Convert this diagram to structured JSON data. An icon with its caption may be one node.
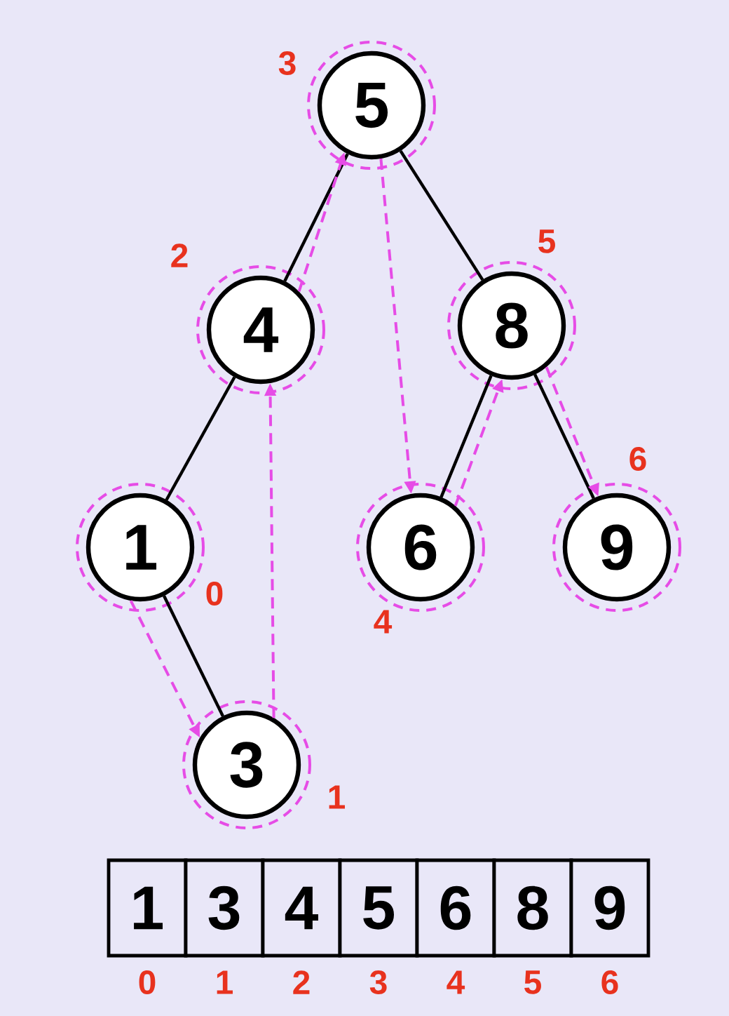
{
  "diagram": {
    "nodes": [
      {
        "text": [
          "5"
        ],
        "beside": [
          "3"
        ]
      },
      {
        "text": [
          "4"
        ],
        "beside": [
          "2"
        ]
      },
      {
        "text": [
          "8"
        ],
        "beside": [
          "5"
        ]
      },
      {
        "text": [
          "1"
        ],
        "beside": [
          "0"
        ]
      },
      {
        "text": [
          "6"
        ],
        "beside": [
          "4"
        ]
      },
      {
        "text": [
          "9"
        ],
        "beside": [
          "6"
        ]
      },
      {
        "text": [
          "3"
        ],
        "beside": [
          "1"
        ]
      },
      {
        "text": [
          "1"
        ],
        "beside": [
          "0"
        ]
      },
      {
        "text": [
          "3"
        ],
        "beside": [
          "1"
        ]
      },
      {
        "text": [
          "4"
        ],
        "beside": [
          "2"
        ]
      },
      {
        "text": [
          "5"
        ],
        "beside": [
          "3"
        ]
      },
      {
        "text": [
          "6"
        ],
        "beside": [
          "4"
        ]
      },
      {
        "text": [
          "8"
        ],
        "beside": [
          "5"
        ]
      },
      {
        "text": [
          "9"
        ],
        "beside": [
          "6"
        ]
      }
    ],
    "edges": [
      {
        "from": 0,
        "to": 1,
        "arrow": "none"
      },
      {
        "from": 0,
        "to": 2,
        "arrow": "none"
      },
      {
        "from": 1,
        "to": 3,
        "arrow": "none"
      },
      {
        "from": 3,
        "to": 6,
        "arrow": "none"
      },
      {
        "from": 2,
        "to": 4,
        "arrow": "none"
      },
      {
        "from": 2,
        "to": 5,
        "arrow": "none"
      },
      {
        "from": 3,
        "to": 6,
        "arrow": "to",
        "style": "dashed",
        "color": "#e64ce6"
      },
      {
        "from": 6,
        "to": 1,
        "arrow": "to",
        "style": "dashed",
        "color": "#e64ce6"
      },
      {
        "from": 1,
        "to": 0,
        "arrow": "to",
        "style": "dashed",
        "color": "#e64ce6"
      },
      {
        "from": 0,
        "to": 4,
        "arrow": "to",
        "style": "dashed",
        "color": "#e64ce6"
      },
      {
        "from": 4,
        "to": 2,
        "arrow": "to",
        "style": "dashed",
        "color": "#e64ce6"
      },
      {
        "from": 2,
        "to": 5,
        "arrow": "to",
        "style": "dashed",
        "color": "#e64ce6"
      }
    ]
  }
}
